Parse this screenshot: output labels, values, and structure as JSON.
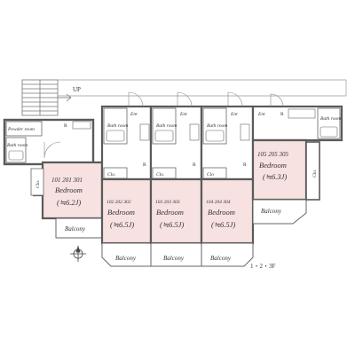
{
  "stair_label": "UP",
  "west_unit": {
    "powder_room": "Powder room",
    "bath_room": "Bath room",
    "fridge": "R",
    "closet": "Clo.",
    "numbers": "101 201 301",
    "room": "Bedroom",
    "size": "(≒6.2J)",
    "balcony": "Balcony"
  },
  "units": [
    {
      "entrance": "Ent",
      "bath": "Bath room",
      "fridge": "R",
      "closet": "Clo.",
      "numbers": "102 202 302",
      "room": "Bedroom",
      "size": "(≒6.5J)",
      "balcony": "Balcony"
    },
    {
      "entrance": "Ent",
      "bath": "Bath room",
      "fridge": "R",
      "closet": "Clo.",
      "numbers": "103 203 303",
      "room": "Bedroom",
      "size": "(≒6.5J)",
      "balcony": "Balcony"
    },
    {
      "entrance": "Ent",
      "bath": "Bath room",
      "fridge": "R",
      "closet": "Clo",
      "numbers": "104 204 304",
      "room": "Bedroom",
      "size": "(≒6.5J)",
      "balcony": "Balcony"
    }
  ],
  "east_unit": {
    "entrance": "Ent",
    "bath": "Bath room",
    "fridge": "R",
    "closet": "Clo.",
    "numbers": "105 205 305",
    "room": "Bedroom",
    "size": "(≒6.3J)",
    "balcony": "Balcony"
  },
  "floor_note": "1・2・3F",
  "compass_icon": "compass-icon",
  "colors": {
    "wall": "#5a5a5a",
    "room_fill": "#f7e1e1",
    "line": "#888888"
  }
}
